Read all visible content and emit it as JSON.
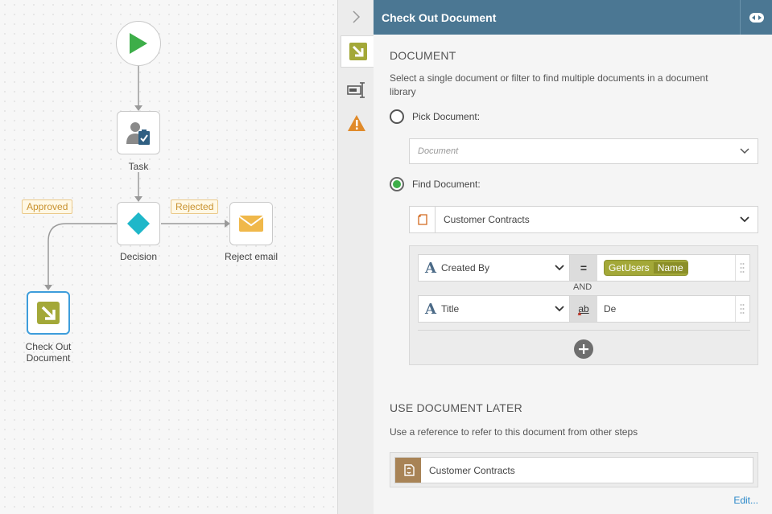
{
  "canvas": {
    "nodes": {
      "task_label": "Task",
      "decision_label": "Decision",
      "reject_label": "Reject email",
      "checkout_label_line1": "Check Out",
      "checkout_label_line2": "Document"
    },
    "tags": {
      "approved": "Approved",
      "rejected": "Rejected"
    }
  },
  "panel": {
    "title": "Check Out Document",
    "document_section": {
      "title": "DOCUMENT",
      "description": "Select a single document or filter to find multiple documents in a document library",
      "pick_label": "Pick Document:",
      "pick_placeholder": "Document",
      "find_label": "Find Document:",
      "library_value": "Customer Contracts",
      "selected_option": "find"
    },
    "filters": {
      "rows": [
        {
          "field": "Created By",
          "operator": "=",
          "value_chip": {
            "source": "GetUsers",
            "property": "Name"
          }
        },
        {
          "field": "Title",
          "operator": "ab",
          "value": "De"
        }
      ],
      "join": "AND"
    },
    "later_section": {
      "title": "USE DOCUMENT LATER",
      "description": "Use a reference to refer to this document from other steps",
      "reference_value": "Customer Contracts",
      "edit_link": "Edit..."
    }
  },
  "colors": {
    "header": "#4b7793",
    "accent_green": "#3dae49",
    "chip": "#a3a838",
    "link": "#2a88c9",
    "warning": "#e08a2a"
  }
}
